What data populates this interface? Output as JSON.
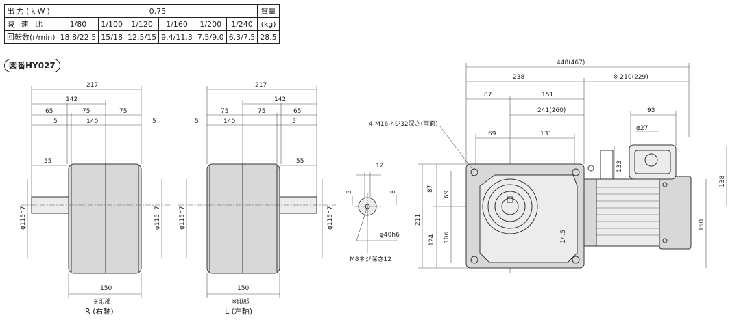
{
  "spec_table": {
    "output_label": "出力(kW)",
    "output_value": "0.75",
    "mass_label": "質量",
    "ratio_label": "減 速 比",
    "ratios": [
      "1/80",
      "1/100",
      "1/120",
      "1/160",
      "1/200",
      "1/240"
    ],
    "mass_unit": "(kg)",
    "speed_label": "回転数(r/min)",
    "speeds": [
      "18.8/22.5",
      "15/18",
      "12.5/15",
      "9.4/11.3",
      "7.5/9.0",
      "6.3/7.5"
    ],
    "mass_value": "28.5"
  },
  "figure_label": "図番HY027",
  "view_r": {
    "dims": {
      "d217": "217",
      "d142": "142",
      "d65": "65",
      "d75a": "75",
      "d75b": "75",
      "d5a": "5",
      "d140": "140",
      "d5b": "5",
      "d55": "55",
      "d150": "150"
    },
    "dia_left": "φ115h7",
    "dia_right": "φ115h7",
    "mark": "※印部",
    "caption": "R (右軸)"
  },
  "view_l": {
    "dims": {
      "d217": "217",
      "d142": "142",
      "d75a": "75",
      "d75b": "75",
      "d65": "65",
      "d5a": "5",
      "d140": "140",
      "d5b": "5",
      "d55": "55",
      "d150": "150"
    },
    "dia_left": "φ115h7",
    "dia_right": "φ115h7",
    "mark": "※印部",
    "caption": "L (左軸)"
  },
  "shaft_detail": {
    "d12": "12",
    "d5": "5",
    "d8": "8",
    "dia": "φ40h6",
    "tap": "M8ネジ深さ12"
  },
  "front_view": {
    "d448": "448(467)",
    "d238": "238",
    "d210": "※ 210(229)",
    "d87": "87",
    "d151": "151",
    "d241": "241(260)",
    "d93": "93",
    "d69": "69",
    "d131": "131",
    "d27": "φ27",
    "tap_note": "4-M16ネジ32深さ(両面)",
    "v87": "87",
    "v69": "69",
    "v211": "211",
    "v124": "124",
    "v106": "106",
    "v133": "133",
    "v145": "14.5",
    "v138": "138",
    "v150": "150"
  }
}
